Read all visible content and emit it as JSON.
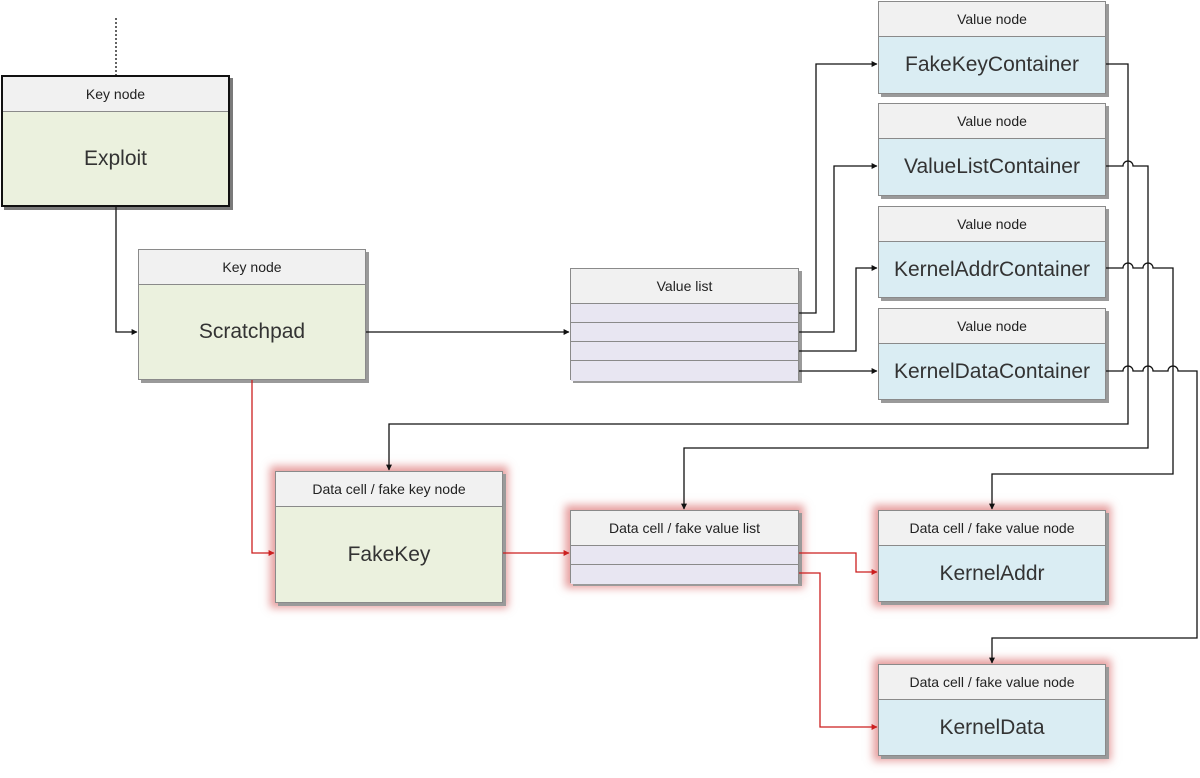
{
  "colors": {
    "arrow_black": "#111111",
    "arrow_red": "#cc1f1f",
    "key_node_fill": "#ebf1de",
    "value_node_fill": "#daedf3",
    "value_list_fill": "#e8e6f2",
    "header_fill": "#f1f1f1",
    "glow": "#d25050"
  },
  "nodes": {
    "exploit": {
      "header": "Key node",
      "label": "Exploit"
    },
    "scratchpad": {
      "header": "Key node",
      "label": "Scratchpad"
    },
    "value_list": {
      "header": "Value list",
      "rows": 4
    },
    "fake_key_container": {
      "header": "Value node",
      "label": "FakeKeyContainer"
    },
    "value_list_container": {
      "header": "Value node",
      "label": "ValueListContainer"
    },
    "kernel_addr_container": {
      "header": "Value node",
      "label": "KernelAddrContainer"
    },
    "kernel_data_container": {
      "header": "Value node",
      "label": "KernelDataContainer"
    },
    "fake_key": {
      "header": "Data cell / fake key node",
      "label": "FakeKey"
    },
    "fake_value_list": {
      "header": "Data cell / fake value list",
      "rows": 2
    },
    "kernel_addr": {
      "header": "Data cell / fake value node",
      "label": "KernelAddr"
    },
    "kernel_data": {
      "header": "Data cell / fake value node",
      "label": "KernelData"
    }
  }
}
